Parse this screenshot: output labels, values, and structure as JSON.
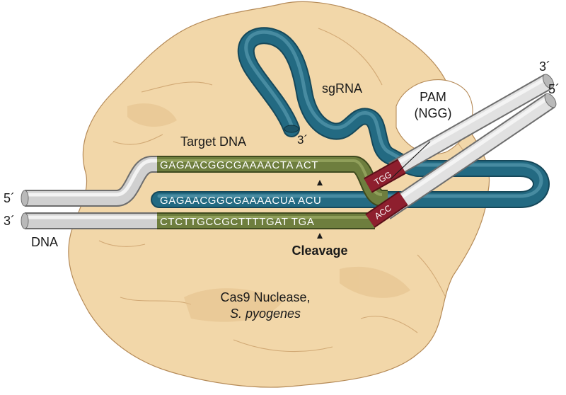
{
  "labels": {
    "sgrna": "sgRNA",
    "sgrna_3prime": "3´",
    "pam": "PAM",
    "pam_ngg": "(NGG)",
    "target_dna": "Target DNA",
    "dna": "DNA",
    "cleavage": "Cleavage",
    "enzyme_line1": "Cas9 Nuclease,",
    "enzyme_line2": "S. pyogenes",
    "left_5prime": "5´",
    "left_3prime": "3´",
    "right_3prime": "3´",
    "right_5prime": "5´"
  },
  "sequences": {
    "target_top": "GAGAACGGCGAAAACTA ACT",
    "rna_guide": "GAGAACGGCGAAAACUA ACU",
    "bottom_strand": "CTCTTGCCGCTTTTGAT TGA",
    "pam_top": "TGG",
    "pam_bottom": "ACC"
  },
  "colors": {
    "protein": "#f2d7a9",
    "protein_shade": "#e4c08a",
    "dna_gray": "#c8c8c8",
    "target_green": "#6e7e3e",
    "sgrna_teal": "#236a82",
    "pam_red": "#8e1f2e"
  },
  "icons": {
    "cleavage_markers": "triangle-up-icon"
  }
}
